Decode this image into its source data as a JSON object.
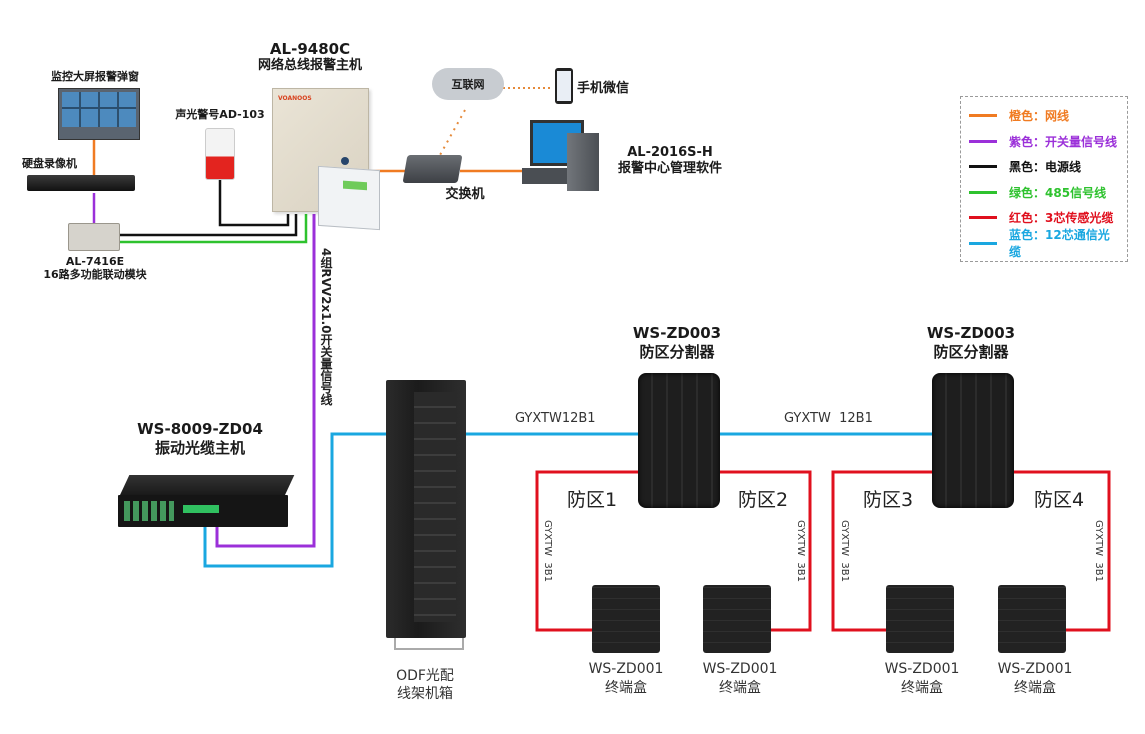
{
  "devices": {
    "monitor_wall": {
      "label": "监控大屏报警弹窗"
    },
    "nvr": {
      "label": "硬盘录像机"
    },
    "linkage_module": {
      "model": "AL-7416E",
      "label": "16路多功能联动模块"
    },
    "strobe": {
      "label": "声光警号AD-103"
    },
    "alarm_host": {
      "model": "AL-9480C",
      "label": "网络总线报警主机",
      "brand": "VOANOOS"
    },
    "internet": {
      "label": "互联网"
    },
    "phone": {
      "label": "手机微信"
    },
    "switch": {
      "label": "交换机"
    },
    "pc": {
      "model": "AL-2016S-H",
      "label": "报警中心管理软件"
    },
    "fiber_host": {
      "model": "WS-8009-ZD04",
      "label": "振动光缆主机"
    },
    "odf": {
      "label_line1": "ODF光配",
      "label_line2": "线架机箱"
    },
    "splitter_1": {
      "model": "WS-ZD003",
      "label": "防区分割器"
    },
    "splitter_2": {
      "model": "WS-ZD003",
      "label": "防区分割器"
    },
    "terminal_boxes": [
      {
        "model": "WS-ZD001",
        "label": "终端盒"
      },
      {
        "model": "WS-ZD001",
        "label": "终端盒"
      },
      {
        "model": "WS-ZD001",
        "label": "终端盒"
      },
      {
        "model": "WS-ZD001",
        "label": "终端盒"
      }
    ]
  },
  "cable_labels": {
    "signal_cable": "4组RVV2x1.0开关量信号线",
    "trunk_1": "GYXTW12B1",
    "trunk_2": "GYXTW  12B1",
    "zone_cable": "GYXTW  3B1"
  },
  "zones": [
    "防区1",
    "防区2",
    "防区3",
    "防区4"
  ],
  "legend": {
    "items": [
      {
        "color_name": "橙色",
        "meaning": "网线",
        "color": "#f07b22"
      },
      {
        "color_name": "紫色",
        "meaning": "开关量信号线",
        "color": "#9b30d9"
      },
      {
        "color_name": "黑色",
        "meaning": "电源线",
        "color": "#111111"
      },
      {
        "color_name": "绿色",
        "meaning": "485信号线",
        "color": "#2ec22e"
      },
      {
        "color_name": "红色",
        "meaning": "3芯传感光缆",
        "color": "#e0101e"
      },
      {
        "color_name": "蓝色",
        "meaning": "12芯通信光缆",
        "color": "#1aa7e0"
      }
    ],
    "separator": "："
  }
}
